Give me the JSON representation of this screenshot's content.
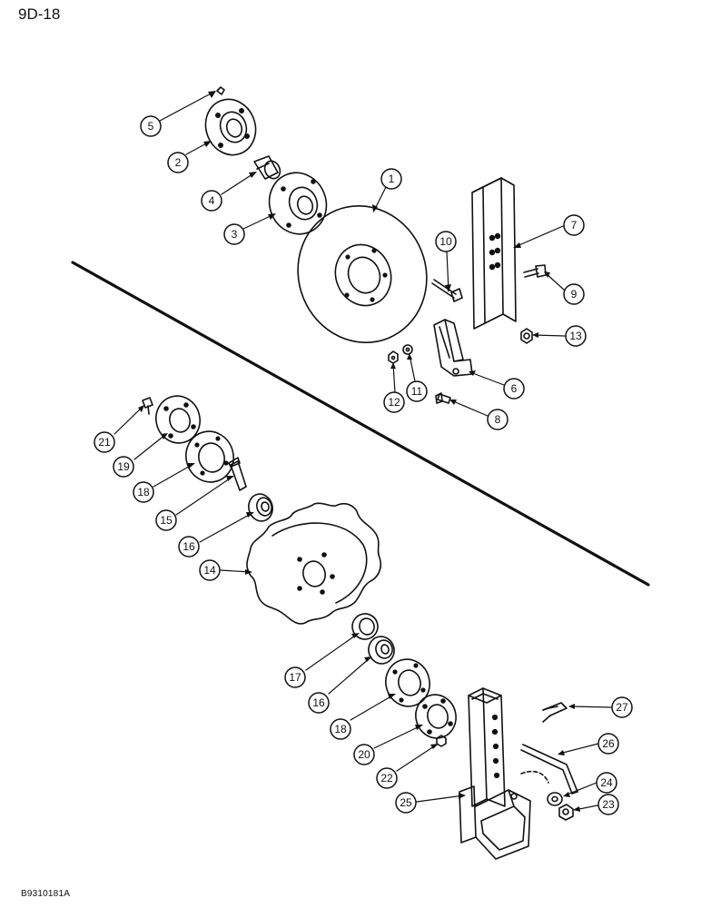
{
  "header": {
    "page_number": "9D-18"
  },
  "footer": {
    "figure_code": "B9310181A"
  },
  "callouts": [
    "1",
    "2",
    "3",
    "4",
    "5",
    "6",
    "7",
    "8",
    "9",
    "10",
    "11",
    "12",
    "13",
    "14",
    "15",
    "16",
    "16",
    "17",
    "18",
    "18",
    "19",
    "20",
    "21",
    "22",
    "23",
    "24",
    "25",
    "26",
    "27"
  ],
  "parts": {
    "upper_assembly": [
      "disc-blade",
      "hub-cap",
      "hub",
      "spindle",
      "grease-fitting",
      "mount-bracket",
      "standard",
      "bolt",
      "bolt",
      "bolt",
      "washer",
      "nut",
      "nut"
    ],
    "lower_assembly": [
      "notched-disc-blade",
      "spindle",
      "bearing",
      "bearing",
      "spacer",
      "bearing-flange",
      "bearing-flange",
      "retainer-plate",
      "hub-flange",
      "bolt",
      "nut",
      "nut",
      "washer",
      "shank",
      "pin",
      "retaining-clip"
    ]
  }
}
